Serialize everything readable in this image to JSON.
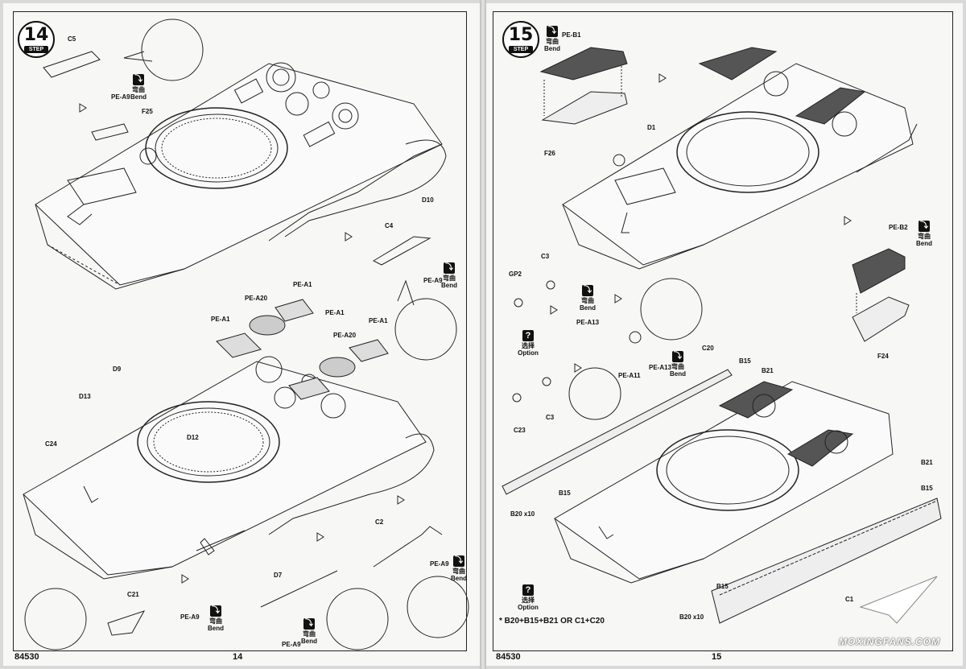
{
  "left_page": {
    "step": {
      "number": "14",
      "label": "STEP"
    },
    "labels": {
      "c5": "C5",
      "pe_a9_a": "PE-A9",
      "f25": "F25",
      "d10": "D10",
      "c4": "C4",
      "pe_a9_b": "PE-A9",
      "pe_a20_a": "PE-A20",
      "pe_a1_a": "PE-A1",
      "pe_a1_b": "PE-A1",
      "pe_a1_c": "PE-A1",
      "pe_a20_b": "PE-A20",
      "pe_a1_d": "PE-A1",
      "d9": "D9",
      "d13": "D13",
      "d12": "D12",
      "c24": "C24",
      "c2": "C2",
      "pe_a9_c": "PE-A9",
      "d7": "D7",
      "pe_a9_d": "PE-A9",
      "c21": "C21",
      "pe_a9_e": "PE-A9"
    },
    "bend": {
      "cn": "弯曲",
      "en": "Bend"
    },
    "footer": {
      "code": "84530",
      "page": "14"
    }
  },
  "right_page": {
    "step": {
      "number": "15",
      "label": "STEP"
    },
    "labels": {
      "pe_b1": "PE-B1",
      "f26": "F26",
      "d1": "D1",
      "pe_b2": "PE-B2",
      "f24": "F24",
      "c3_a": "C3",
      "gp2": "GP2",
      "pe_a13_a": "PE-A13",
      "pe_a11": "PE-A11",
      "pe_a13_b": "PE-A13",
      "c23": "C23",
      "c3_b": "C3",
      "c20": "C20",
      "b15_a": "B15",
      "b21_a": "B21",
      "b21_b": "B21",
      "b15_b": "B15",
      "b15_c": "B15",
      "b20_a": "B20 x10",
      "b15_d": "B15",
      "b20_b": "B20 x10",
      "c1": "C1"
    },
    "bend": {
      "cn": "弯曲",
      "en": "Bend"
    },
    "option": {
      "cn": "选择",
      "en": "Option"
    },
    "note": "* B20+B15+B21 OR C1+C20",
    "footer": {
      "code": "84530",
      "page": "15"
    }
  },
  "watermark": "MOXINGFANS.COM"
}
